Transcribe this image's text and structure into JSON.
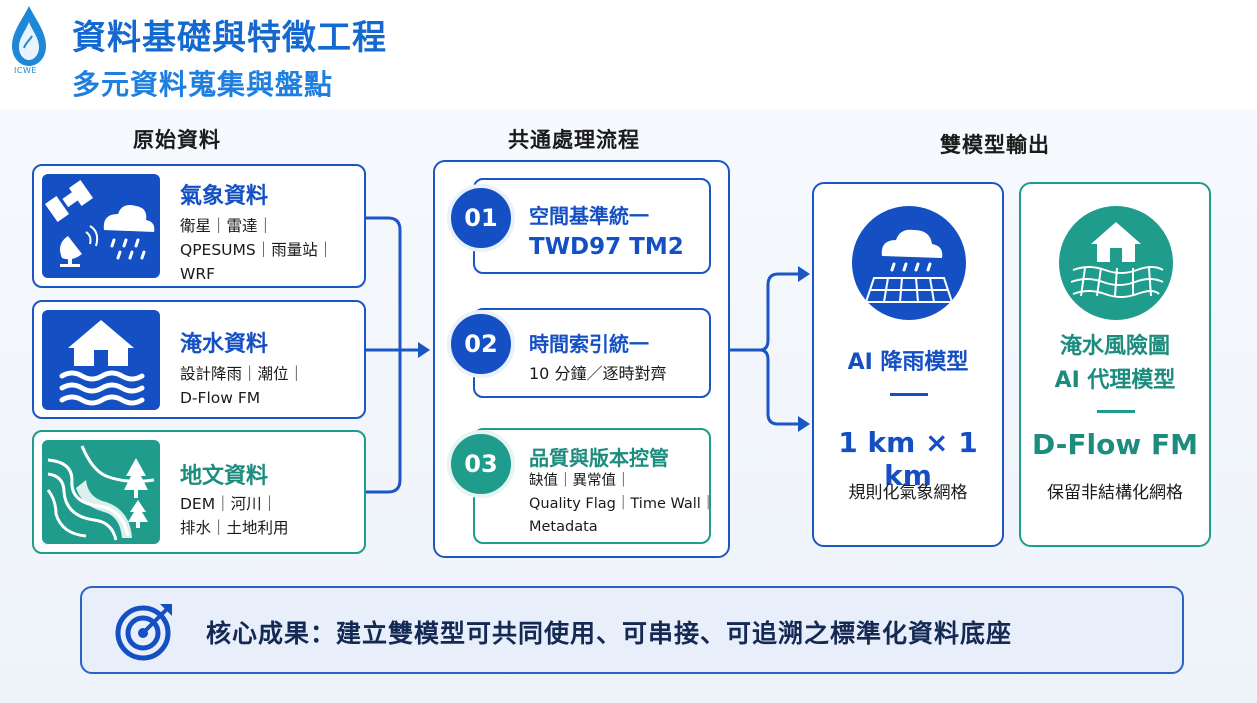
{
  "header": {
    "title": "資料基礎與特徵工程",
    "subtitle": "多元資料蒐集與盤點",
    "logo_text": "ICWE"
  },
  "columns": {
    "source": "原始資料",
    "process": "共通處理流程",
    "output": "雙模型輸出"
  },
  "sources": [
    {
      "title": "氣象資料",
      "lines": [
        "衛星｜雷達｜",
        "QPESUMS｜雨量站｜",
        "WRF"
      ],
      "icon": "satellite-cloud-icon"
    },
    {
      "title": "淹水資料",
      "lines": [
        "設計降雨｜潮位｜",
        "D-Flow FM"
      ],
      "icon": "flooded-house-icon"
    },
    {
      "title": "地文資料",
      "lines": [
        "DEM｜河川｜",
        "排水｜土地利用"
      ],
      "icon": "terrain-river-icon"
    }
  ],
  "steps": [
    {
      "num": "01",
      "title": "空間基準統一",
      "big": "TWD97 TM2"
    },
    {
      "num": "02",
      "title": "時間索引統一",
      "desc": "10 分鐘／逐時對齊"
    },
    {
      "num": "03",
      "title": "品質與版本控管",
      "lines": [
        "缺值｜異常值｜",
        "Quality Flag｜Time Wall｜",
        "Metadata"
      ]
    }
  ],
  "outputs": [
    {
      "title_lines": [
        "AI 降雨模型"
      ],
      "big": "1 km × 1 km",
      "desc": "規則化氣象網格",
      "icon": "rain-grid-icon"
    },
    {
      "title_lines": [
        "淹水風險圖",
        "AI 代理模型"
      ],
      "big": "D-Flow FM",
      "desc": "保留非結構化網格",
      "icon": "flood-house-mesh-icon"
    }
  ],
  "core": {
    "text": "核心成果：建立雙模型可共同使用、可串接、可追溯之標準化資料底座",
    "icon": "target-icon"
  },
  "colors": {
    "blue": "#1450c3",
    "teal": "#1f9c8c",
    "title": "#1369d0"
  }
}
